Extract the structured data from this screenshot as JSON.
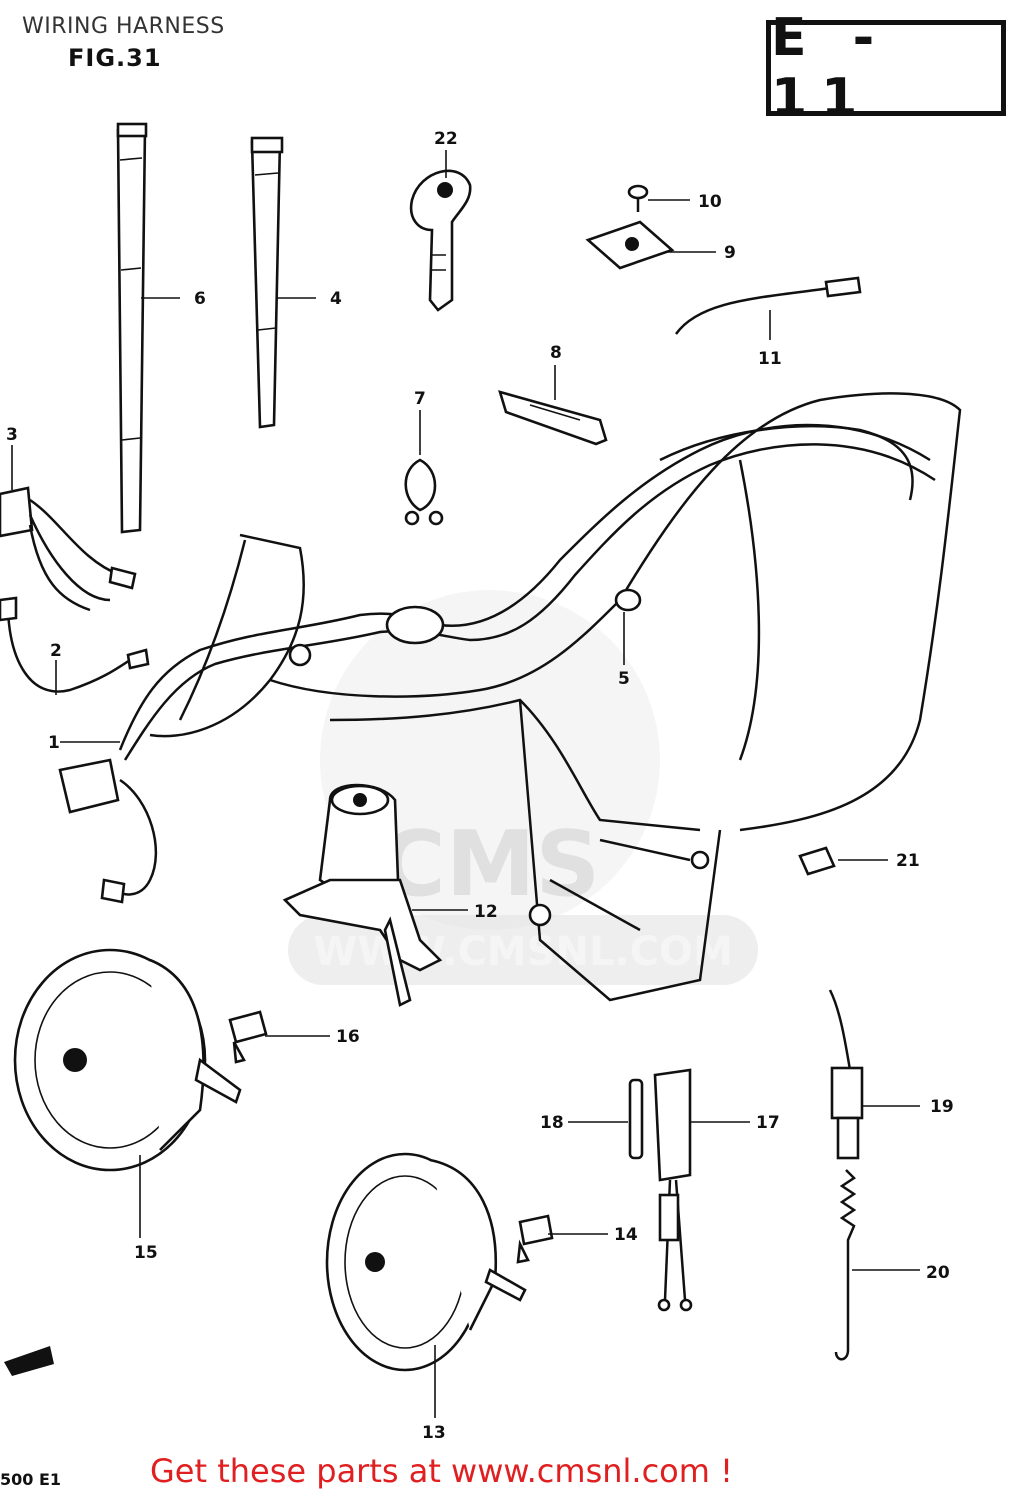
{
  "header": {
    "title": "WIRING HARNESS",
    "figure": "FIG.31",
    "section_code": "E - 11"
  },
  "watermark": {
    "text": "WWW.CMSNL.COM",
    "logo": "CMS"
  },
  "callouts": [
    {
      "number": "1"
    },
    {
      "number": "2"
    },
    {
      "number": "3"
    },
    {
      "number": "4"
    },
    {
      "number": "5"
    },
    {
      "number": "6"
    },
    {
      "number": "7"
    },
    {
      "number": "8"
    },
    {
      "number": "9"
    },
    {
      "number": "10"
    },
    {
      "number": "11"
    },
    {
      "number": "12"
    },
    {
      "number": "13"
    },
    {
      "number": "14"
    },
    {
      "number": "15"
    },
    {
      "number": "16"
    },
    {
      "number": "17"
    },
    {
      "number": "18"
    },
    {
      "number": "19"
    },
    {
      "number": "20"
    },
    {
      "number": "21"
    },
    {
      "number": "22"
    }
  ],
  "footer": {
    "model_code": "500 E1",
    "cta": "Get these parts at www.cmsnl.com !"
  }
}
